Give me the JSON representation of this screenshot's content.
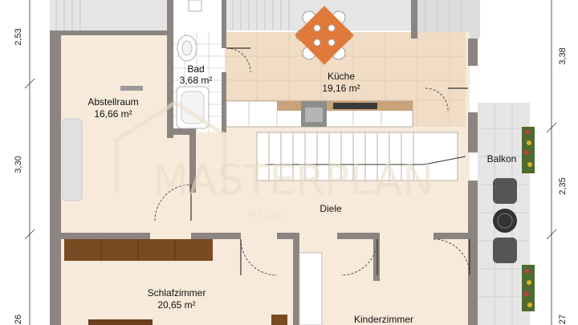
{
  "rooms": {
    "bad": {
      "name": "Bad",
      "area": "3,68 m²"
    },
    "kueche": {
      "name": "Küche",
      "area": "19,16 m²"
    },
    "abstellraum": {
      "name": "Abstellraum",
      "area": "16,66 m²"
    },
    "balkon": {
      "name": "Balkon"
    },
    "diele": {
      "name": "Diele"
    },
    "schlafzimmer": {
      "name": "Schlafzimmer",
      "area": "20,65 m²"
    },
    "kinderzimmer": {
      "name": "Kinderzimmer"
    }
  },
  "dimensions": {
    "left": [
      "2,53",
      "3,30",
      "26"
    ],
    "right": [
      "3,38",
      "2,35",
      "27"
    ]
  },
  "watermark": {
    "brand": "MASTERPLAN",
    "sub": "MEDIA"
  },
  "colors": {
    "floor": "#f7eadb",
    "wall": "#8c8480",
    "kitchen_tile": "#f1dcc5",
    "wood": "#7a4a22",
    "balcony": "#e6e6e6"
  }
}
